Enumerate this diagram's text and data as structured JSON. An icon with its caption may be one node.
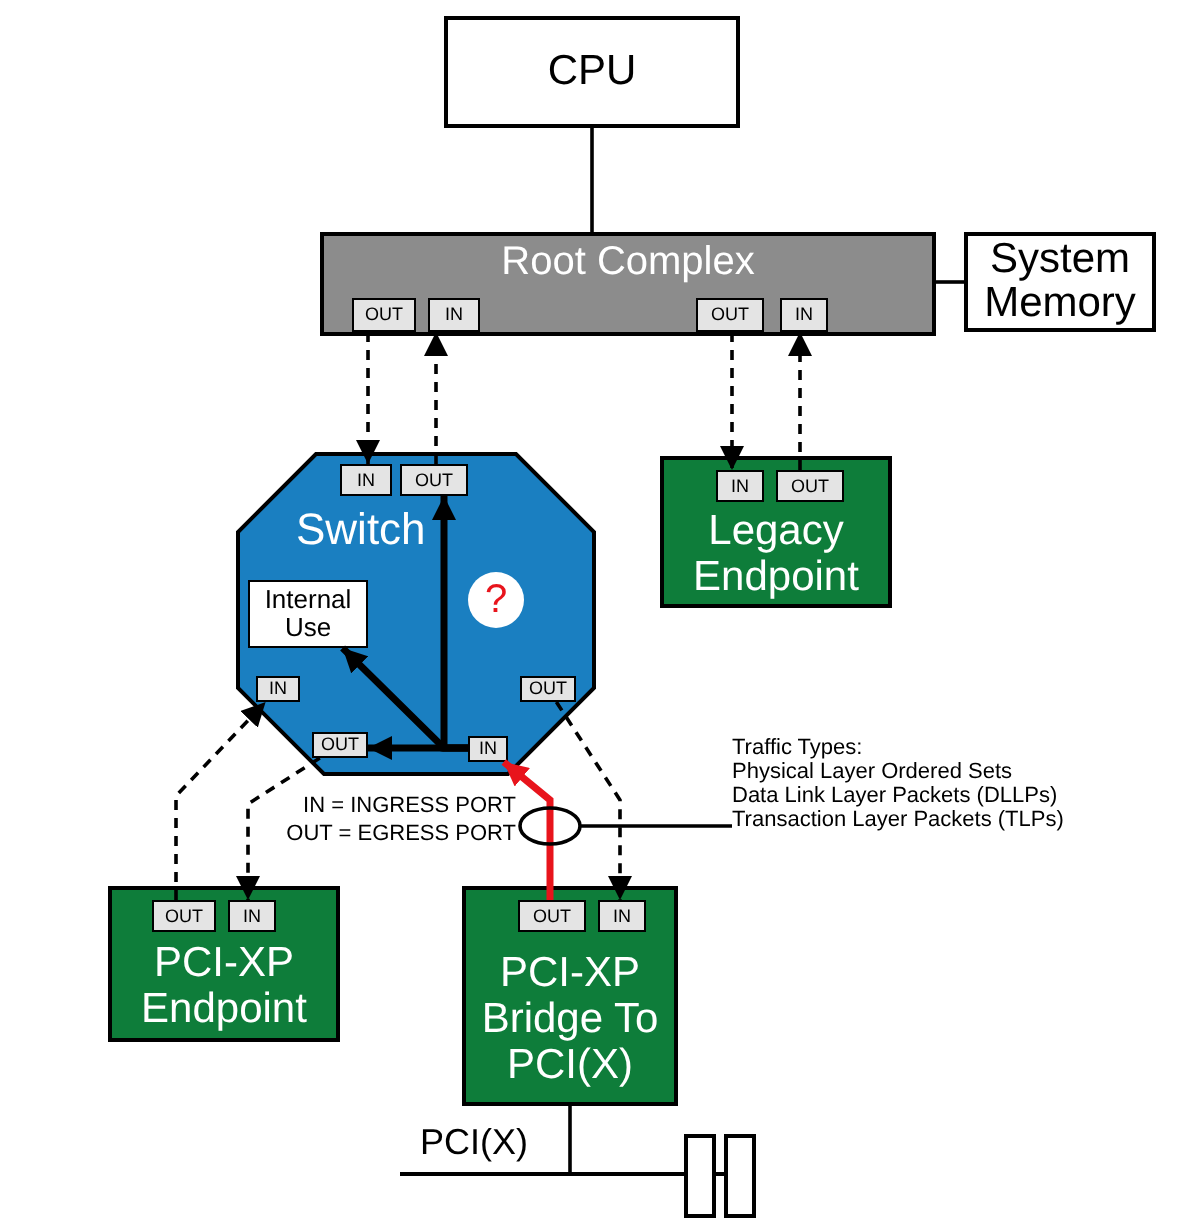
{
  "diagram": {
    "nodes": [
      {
        "text": [
          "CPU"
        ]
      },
      {
        "text": [
          "Root Complex"
        ]
      },
      {
        "text": [
          "OUT"
        ],
        "in": 1
      },
      {
        "text": [
          "IN"
        ],
        "in": 1
      },
      {
        "text": [
          "OUT"
        ],
        "in": 1
      },
      {
        "text": [
          "IN"
        ],
        "in": 1
      },
      {
        "text": [
          "System Memory"
        ]
      },
      {
        "text": [
          "Switch"
        ]
      },
      {
        "text": [
          "IN"
        ],
        "in": 7
      },
      {
        "text": [
          "OUT"
        ],
        "in": 7
      },
      {
        "text": [
          "Internal Use"
        ],
        "in": 7
      },
      {
        "text": [
          "?"
        ],
        "in": 7
      },
      {
        "text": [
          "IN"
        ],
        "in": 7
      },
      {
        "text": [
          "OUT"
        ],
        "in": 7
      },
      {
        "text": [
          "IN"
        ],
        "in": 7
      },
      {
        "text": [
          "OUT"
        ],
        "in": 7
      },
      {
        "text": [
          "Legacy Endpoint"
        ]
      },
      {
        "text": [
          "IN"
        ],
        "in": 16
      },
      {
        "text": [
          "OUT"
        ],
        "in": 16
      },
      {
        "text": [
          "PCI-XP Endpoint"
        ]
      },
      {
        "text": [
          "OUT"
        ],
        "in": 19
      },
      {
        "text": [
          "IN"
        ],
        "in": 19
      },
      {
        "text": [
          "PCI-XP Bridge To PCI(X)"
        ]
      },
      {
        "text": [
          "OUT"
        ],
        "in": 22
      },
      {
        "text": [
          "IN"
        ],
        "in": 22
      },
      {
        "text": [
          "Traffic Types:",
          "Physical Layer Ordered Sets",
          "Data Link Layer Packets (DLLPs)",
          "Transaction Layer Packets (TLPs)"
        ]
      },
      {
        "text": [],
        "shape": "bar"
      }
    ],
    "edges": [
      {
        "from": 0,
        "to": 1,
        "arrow": "none"
      },
      {
        "from": 1,
        "to": 6,
        "arrow": "none"
      },
      {
        "from": 2,
        "to": 8,
        "arrow": "to",
        "style": "dashed"
      },
      {
        "from": 9,
        "to": 3,
        "arrow": "to",
        "style": "dashed"
      },
      {
        "from": 4,
        "to": 17,
        "arrow": "to",
        "style": "dashed"
      },
      {
        "from": 18,
        "to": 5,
        "arrow": "to",
        "style": "dashed"
      },
      {
        "from": 14,
        "to": 9,
        "arrow": "to",
        "style": "thick"
      },
      {
        "from": 14,
        "to": 10,
        "arrow": "to",
        "style": "thick"
      },
      {
        "from": 14,
        "to": 13,
        "arrow": "to",
        "style": "thick"
      },
      {
        "from": 20,
        "to": 12,
        "arrow": "to",
        "style": "dashed"
      },
      {
        "from": 13,
        "to": 21,
        "arrow": "to",
        "style": "dashed"
      },
      {
        "from": 23,
        "to": 14,
        "arrow": "to",
        "style": "thick",
        "color": "#e8141c"
      },
      {
        "from": 15,
        "to": 24,
        "arrow": "to",
        "style": "dashed"
      },
      {
        "from": 25,
        "to": null,
        "arrow": "none"
      },
      {
        "from": 22,
        "to": 26,
        "arrow": "none"
      }
    ],
    "labels": [
      "IN = INGRESS PORT",
      "OUT = EGRESS PORT",
      "PCI(X)"
    ]
  }
}
